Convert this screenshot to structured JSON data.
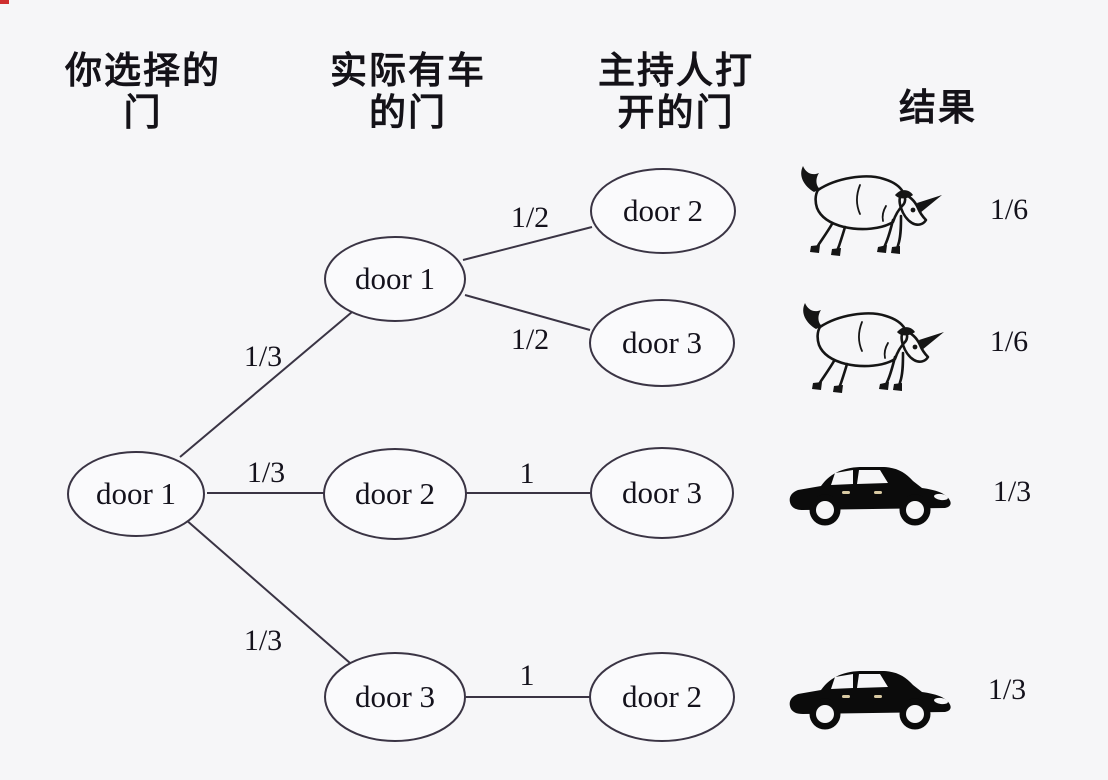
{
  "page": {
    "background_color": "#f6f6f8",
    "line_color": "#3a3444",
    "text_color": "#14121c",
    "corner_mark_color": "#cf2f2f"
  },
  "headers": {
    "chosen_door_line1": "你选择的",
    "chosen_door_line2": "门",
    "car_door_line1": "实际有车",
    "car_door_line2": "的门",
    "host_door_line1": "主持人打",
    "host_door_line2": "开的门",
    "result": "结果"
  },
  "tree": {
    "root": {
      "label": "door 1"
    },
    "level2": {
      "top": {
        "label": "door 1"
      },
      "middle": {
        "label": "door 2"
      },
      "bottom": {
        "label": "door 3"
      }
    },
    "level3": {
      "row1": {
        "label": "door 2"
      },
      "row2": {
        "label": "door 3"
      },
      "row3": {
        "label": "door 3"
      },
      "row4": {
        "label": "door 2"
      }
    },
    "edge_labels": {
      "root_to_top": "1/3",
      "root_to_middle": "1/3",
      "root_to_bottom": "1/3",
      "top_to_row1": "1/2",
      "top_to_row2": "1/2",
      "middle_to_row3": "1",
      "bottom_to_row4": "1"
    }
  },
  "outcomes": {
    "row1": {
      "icon": "goat",
      "probability": "1/6"
    },
    "row2": {
      "icon": "goat",
      "probability": "1/6"
    },
    "row3": {
      "icon": "car",
      "probability": "1/3"
    },
    "row4": {
      "icon": "car",
      "probability": "1/3"
    }
  }
}
